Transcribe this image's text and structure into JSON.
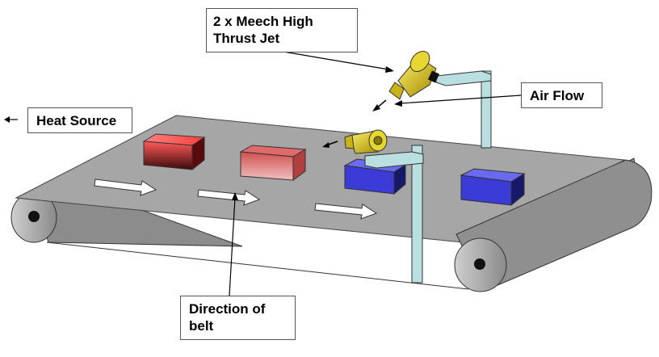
{
  "labels": {
    "jets": [
      "2 x Meech High",
      "Thrust Jet"
    ],
    "air_flow": "Air Flow",
    "heat_source": "Heat Source",
    "direction": [
      "Direction of",
      "belt"
    ]
  },
  "colors": {
    "belt": "#a6a6a6",
    "roller": "#9a9a9a",
    "hot_box": "#e83a3a",
    "cooling_box": "#e88a8a",
    "cool_box": "#3b3bd8",
    "jet": "#d8c21e",
    "bracket": "#b9dfe0"
  },
  "icons": [
    "heat-source-arrow-icon",
    "air-flow-arrow-icon",
    "belt-direction-arrow-icon",
    "air-jet-icon"
  ]
}
